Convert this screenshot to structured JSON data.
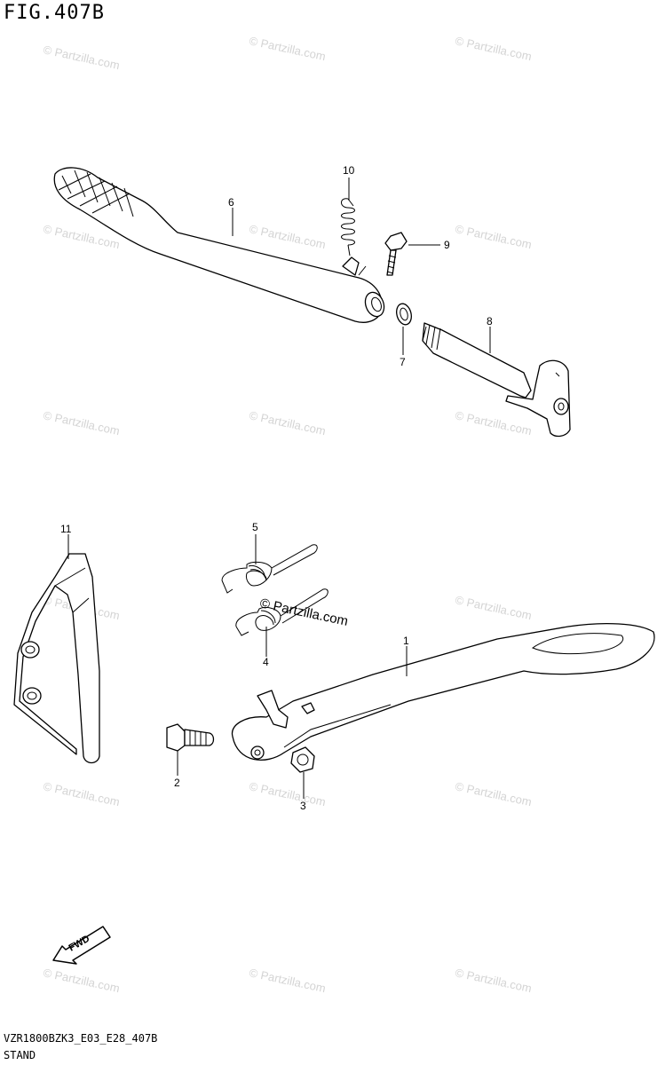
{
  "figure": {
    "title": "FIG.407B",
    "code": "VZR1800BZK3_E03_E28_407B",
    "caption": "STAND"
  },
  "watermark": {
    "text": "© Partzilla.com",
    "color": "#d4d4d4"
  },
  "callouts": [
    "1",
    "2",
    "3",
    "4",
    "5",
    "6",
    "7",
    "8",
    "9",
    "10",
    "11"
  ],
  "fwd_arrow_label": "FWD"
}
